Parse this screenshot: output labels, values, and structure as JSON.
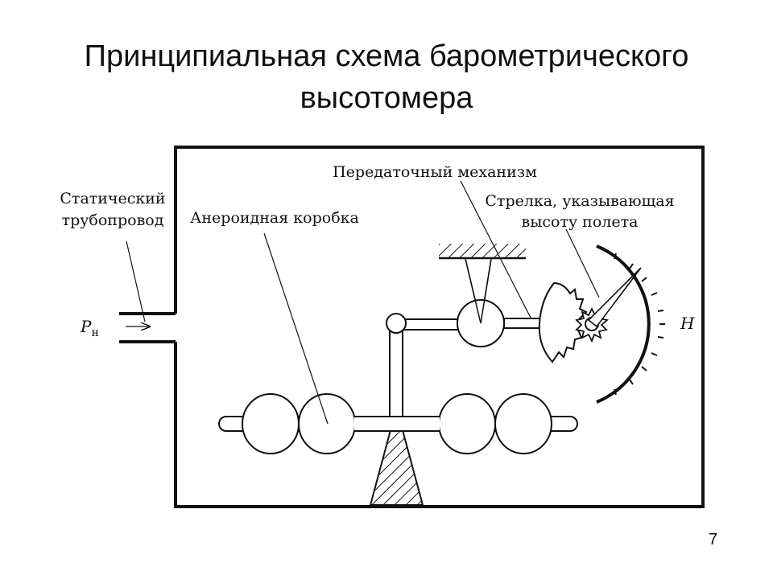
{
  "slide": {
    "title_line1": "Принципиальная схема барометрического",
    "title_line2": "высотомера",
    "page_number": "7"
  },
  "labels": {
    "static_line1": "Статический",
    "static_line2": "трубопровод",
    "aneroid": "Анероидная коробка",
    "transmission": "Передаточный механизм",
    "pointer_line1": "Стрелка, указывающая",
    "pointer_line2": "высоту полета",
    "pressure_symbol": "P",
    "pressure_subscript": "н",
    "altitude_symbol": "H"
  },
  "colors": {
    "ink": "#111111",
    "background": "#ffffff"
  }
}
